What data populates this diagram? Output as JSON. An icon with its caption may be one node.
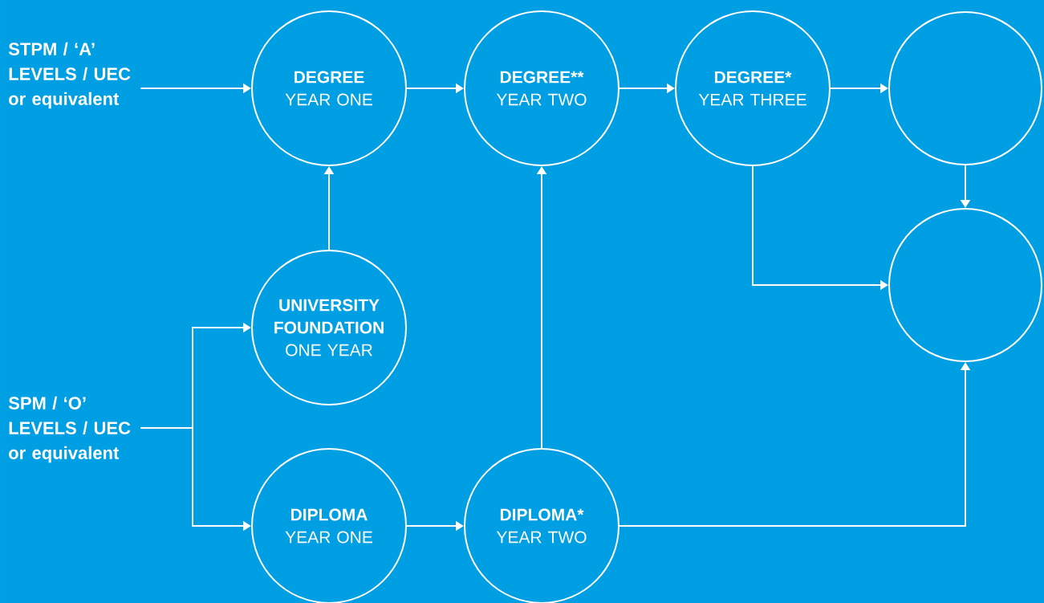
{
  "diagram": {
    "nodes": [
      {
        "text": [
          "STPM / ‘A’ LEVELS / UEC or equivalent"
        ]
      },
      {
        "text": [
          "DEGREE",
          "YEAR ONE"
        ]
      },
      {
        "text": [
          "DEGREE**",
          "YEAR TWO"
        ]
      },
      {
        "text": [
          "DEGREE*",
          "YEAR THREE"
        ]
      },
      {
        "text": [],
        "shape": "circle"
      },
      {
        "text": [],
        "shape": "circle"
      },
      {
        "text": [
          "UNIVERSITY FOUNDATION",
          "ONE YEAR"
        ]
      },
      {
        "text": [
          "SPM / ‘O’ LEVELS / UEC or equivalent"
        ]
      },
      {
        "text": [
          "DIPLOMA",
          "YEAR ONE"
        ]
      },
      {
        "text": [
          "DIPLOMA*",
          "YEAR TWO"
        ]
      }
    ],
    "edges": [
      {
        "from": 0,
        "to": 1,
        "arrow": "to"
      },
      {
        "from": 1,
        "to": 2,
        "arrow": "to"
      },
      {
        "from": 2,
        "to": 3,
        "arrow": "to"
      },
      {
        "from": 3,
        "to": 4,
        "arrow": "to"
      },
      {
        "from": 4,
        "to": 5,
        "arrow": "to"
      },
      {
        "from": 3,
        "to": 5,
        "arrow": "to"
      },
      {
        "from": 6,
        "to": 1,
        "arrow": "to"
      },
      {
        "from": 7,
        "to": 6,
        "arrow": "to"
      },
      {
        "from": 7,
        "to": 8,
        "arrow": "to"
      },
      {
        "from": 8,
        "to": 9,
        "arrow": "to"
      },
      {
        "from": 9,
        "to": 2,
        "arrow": "to"
      },
      {
        "from": 9,
        "to": 5,
        "arrow": "to"
      }
    ]
  }
}
